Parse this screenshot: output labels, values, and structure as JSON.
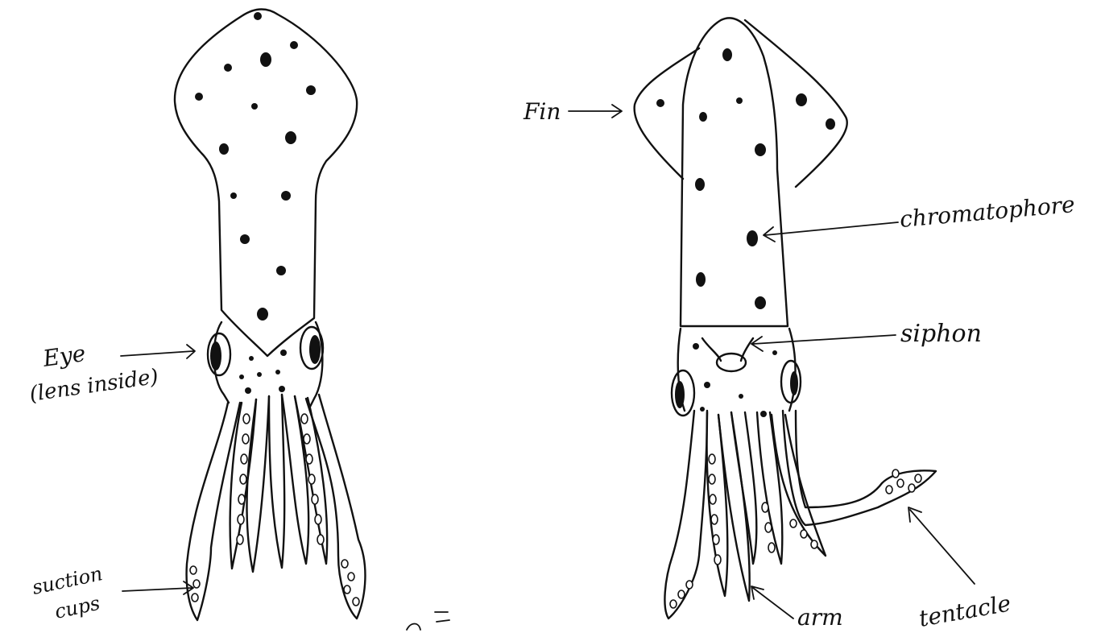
{
  "diagram": {
    "labels": {
      "fin": "Fin",
      "chromatophore": "chromatophore",
      "siphon": "siphon",
      "eye_line1": "Eye",
      "eye_line2": "(lens inside)",
      "suction_line1": "suction",
      "suction_line2": "cups",
      "arm": "arm",
      "tentacle": "tentacle"
    }
  },
  "colors": {
    "ink": "#111111",
    "paper": "#ffffff"
  }
}
